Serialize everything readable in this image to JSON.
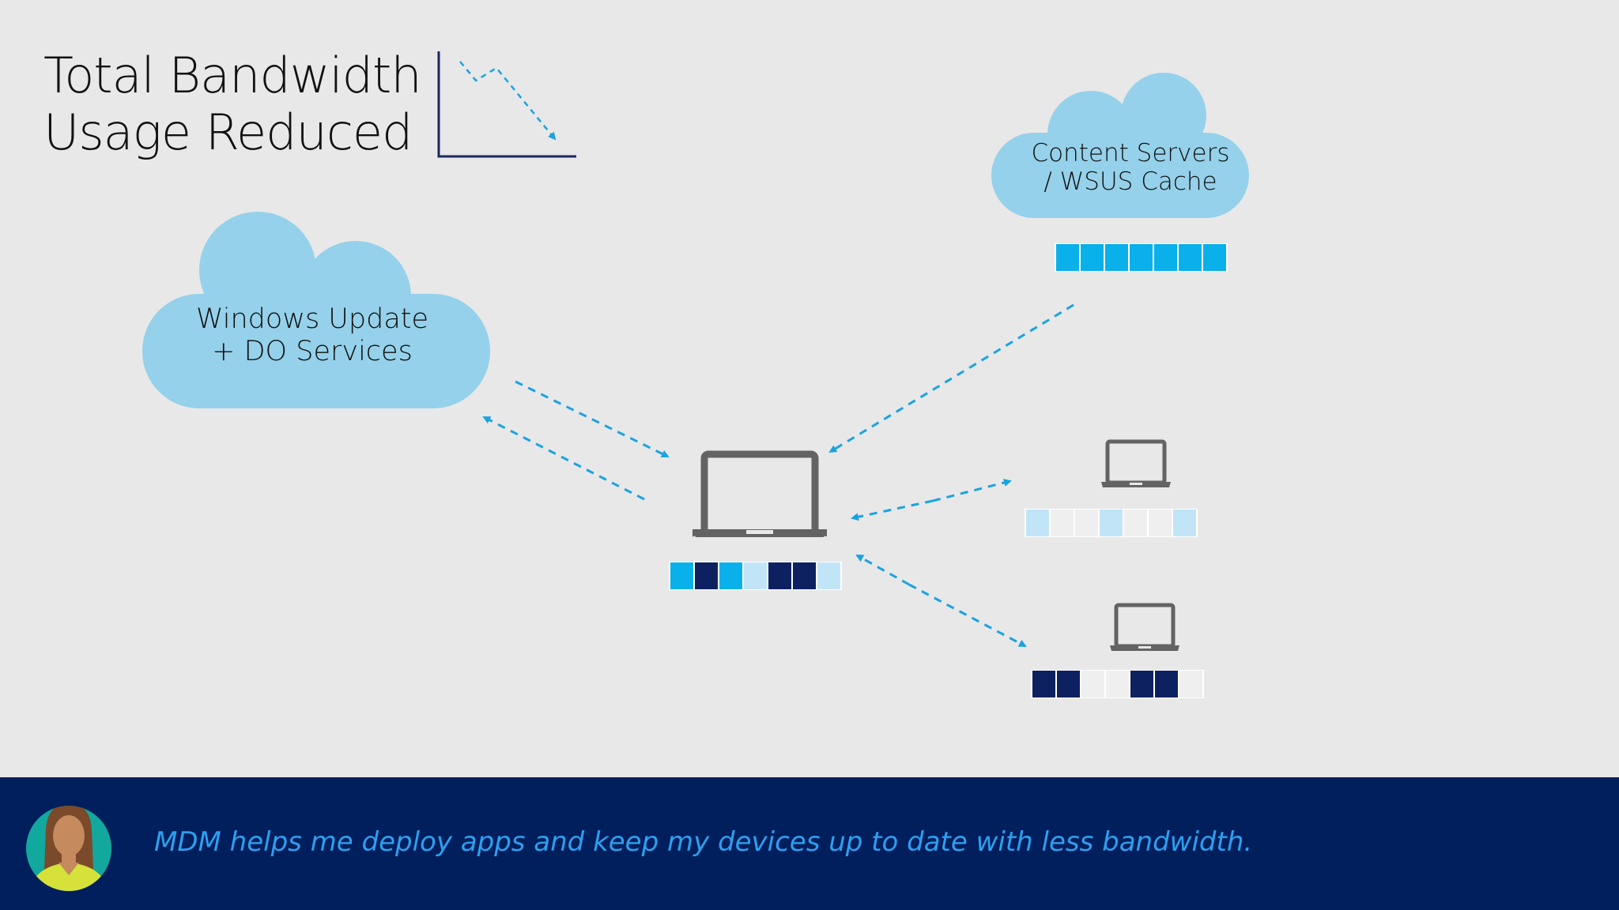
{
  "title": {
    "line1": "Total Bandwidth",
    "line2": "Usage Reduced"
  },
  "clouds": {
    "windows_update": {
      "line1": "Windows Update",
      "line2": "+ DO Services"
    },
    "content_servers": {
      "line1": "Content Servers",
      "line2": "/ WSUS Cache"
    }
  },
  "segments": {
    "content_servers": [
      "bright",
      "bright",
      "bright",
      "bright",
      "bright",
      "bright",
      "bright"
    ],
    "main_laptop": [
      "bright",
      "dark",
      "bright",
      "light",
      "dark",
      "dark",
      "light"
    ],
    "peer_laptop_1": [
      "light",
      "empty",
      "empty",
      "light",
      "empty",
      "empty",
      "light"
    ],
    "peer_laptop_2": [
      "dark",
      "dark",
      "empty",
      "empty",
      "dark",
      "dark",
      "empty"
    ]
  },
  "footer": {
    "quote": "MDM helps me deploy apps and keep my devices up to date with less bandwidth."
  },
  "colors": {
    "background": "#e8e8e9",
    "cloud": "#95d1ea",
    "arrow": "#1aa3e0",
    "segment_bright": "#0ab0ea",
    "segment_dark": "#0d2161",
    "segment_light": "#c2e4f7",
    "segment_empty": "#efefef",
    "laptop": "#636363",
    "footer_bg": "#001f5c",
    "footer_text": "#2e9ff0",
    "chart_axis": "#1a2860"
  },
  "icons": {
    "chart": "trend-down-chart-icon",
    "laptop": "laptop-icon",
    "cloud": "cloud-icon",
    "avatar": "person-avatar-icon"
  }
}
